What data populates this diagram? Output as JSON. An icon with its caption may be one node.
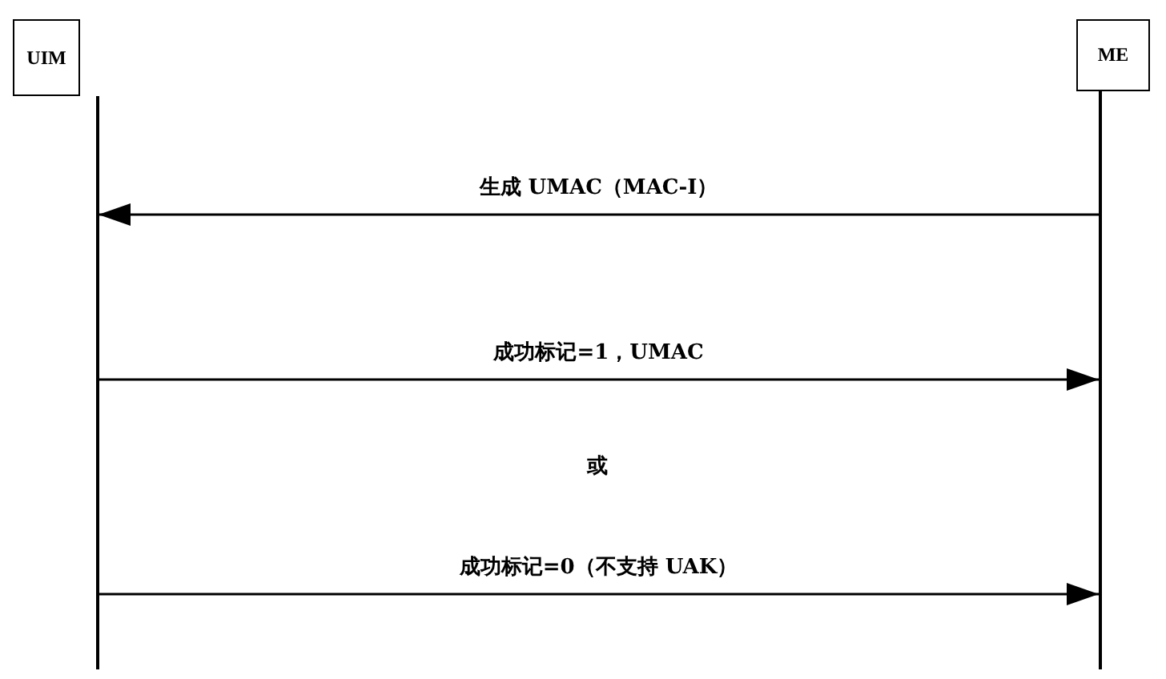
{
  "diagram": {
    "nodes": [
      {
        "text": [
          "UIM"
        ]
      },
      {
        "text": [
          "ME"
        ]
      },
      {
        "text": [],
        "shape": "bar"
      },
      {
        "text": [],
        "shape": "bar"
      }
    ],
    "edges": [
      {
        "from": 3,
        "to": 2,
        "arrow": "to",
        "label": "生成 UMAC（MAC-I）"
      },
      {
        "from": 2,
        "to": 3,
        "arrow": "to",
        "label": "成功标记=1，UMAC"
      },
      {
        "from": 2,
        "to": 3,
        "arrow": "to",
        "label": "成功标记=0（不支持 UAK）"
      }
    ],
    "labels": [
      "或"
    ]
  }
}
